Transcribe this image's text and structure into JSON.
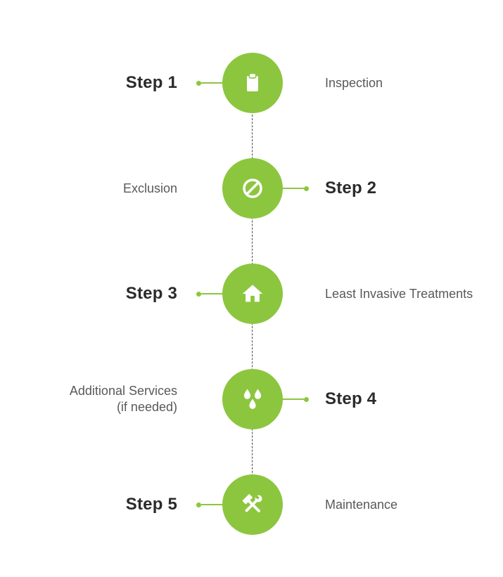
{
  "colors": {
    "accent_green": "#8CC63F",
    "step_label_text": "#2B2B2B",
    "description_text": "#58595B",
    "dashed_line": "#4A4A4A",
    "icon_glyph": "#FFFFFF",
    "background": "#FFFFFF"
  },
  "timeline": {
    "steps": [
      {
        "step_label": "Step 1",
        "step_side": "left",
        "description": "Inspection",
        "icon": "clipboard-icon"
      },
      {
        "step_label": "Step 2",
        "step_side": "right",
        "description": "Exclusion",
        "icon": "ban-icon"
      },
      {
        "step_label": "Step 3",
        "step_side": "left",
        "description": "Least Invasive Treatments",
        "icon": "home-icon"
      },
      {
        "step_label": "Step 4",
        "step_side": "right",
        "description": "Additional Services\n(if needed)",
        "icon": "water-drops-icon"
      },
      {
        "step_label": "Step 5",
        "step_side": "left",
        "description": "Maintenance",
        "icon": "hammer-wrench-icon"
      }
    ]
  }
}
